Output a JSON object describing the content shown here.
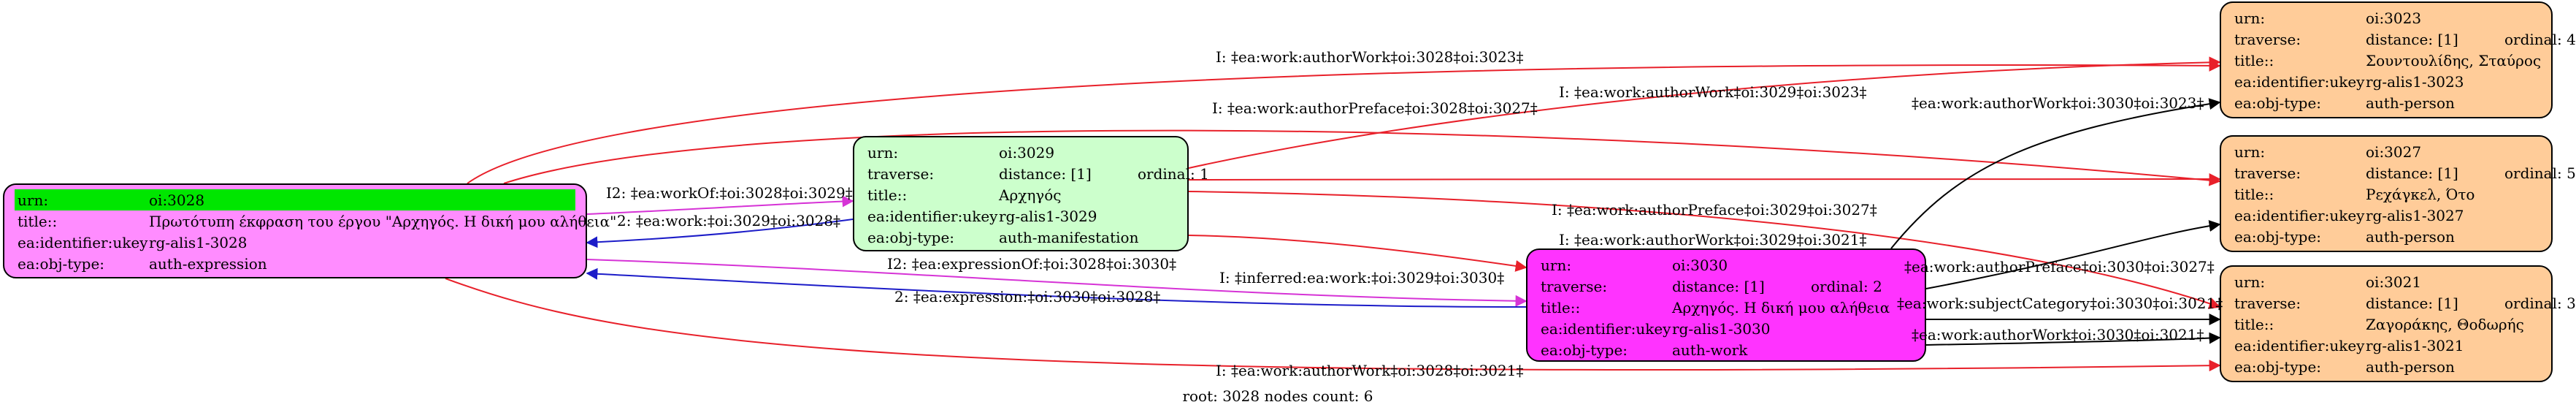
{
  "nodes": {
    "n3028": {
      "fill": "#ff8cff",
      "rows": [
        {
          "k": "urn:",
          "v": "oi:3028"
        },
        {
          "k": "title::",
          "v": "Πρωτότυπη έκφραση του έργου \"Αρχηγός. Η δική μου αλήθεια\""
        },
        {
          "k": "ea:identifier:ukey",
          "v": "rg-alis1-3028"
        },
        {
          "k": "ea:obj-type:",
          "v": "auth-expression"
        }
      ]
    },
    "n3029": {
      "fill": "#ccffcc",
      "rows": [
        {
          "k": "urn:",
          "v": "oi:3029"
        },
        {
          "k": "traverse:",
          "v": "distance: [1]",
          "v2": "ordinal: 1"
        },
        {
          "k": "title::",
          "v": "Αρχηγός"
        },
        {
          "k": "ea:identifier:ukey",
          "v": "rg-alis1-3029"
        },
        {
          "k": "ea:obj-type:",
          "v": "auth-manifestation"
        }
      ]
    },
    "n3030": {
      "fill": "#ff33ff",
      "rows": [
        {
          "k": "urn:",
          "v": "oi:3030"
        },
        {
          "k": "traverse:",
          "v": "distance: [1]",
          "v2": "ordinal: 2"
        },
        {
          "k": "title::",
          "v": "Αρχηγός. Η δική μου αλήθεια"
        },
        {
          "k": "ea:identifier:ukey",
          "v": "rg-alis1-3030"
        },
        {
          "k": "ea:obj-type:",
          "v": "auth-work"
        }
      ]
    },
    "n3023": {
      "fill": "#ffcc99",
      "rows": [
        {
          "k": "urn:",
          "v": "oi:3023"
        },
        {
          "k": "traverse:",
          "v": "distance: [1]",
          "v2": "ordinal: 4"
        },
        {
          "k": "title::",
          "v": "Σουντουλίδης, Σταύρος"
        },
        {
          "k": "ea:identifier:ukey",
          "v": "rg-alis1-3023"
        },
        {
          "k": "ea:obj-type:",
          "v": "auth-person"
        }
      ]
    },
    "n3027": {
      "fill": "#ffcc99",
      "rows": [
        {
          "k": "urn:",
          "v": "oi:3027"
        },
        {
          "k": "traverse:",
          "v": "distance: [1]",
          "v2": "ordinal: 5"
        },
        {
          "k": "title::",
          "v": "Ρεχάγκελ, Ότο"
        },
        {
          "k": "ea:identifier:ukey",
          "v": "rg-alis1-3027"
        },
        {
          "k": "ea:obj-type:",
          "v": "auth-person"
        }
      ]
    },
    "n3021": {
      "fill": "#ffcc99",
      "rows": [
        {
          "k": "urn:",
          "v": "oi:3021"
        },
        {
          "k": "traverse:",
          "v": "distance: [1]",
          "v2": "ordinal: 3"
        },
        {
          "k": "title::",
          "v": "Ζαγοράκης, Θοδωρής"
        },
        {
          "k": "ea:identifier:ukey",
          "v": "rg-alis1-3021"
        },
        {
          "k": "ea:obj-type:",
          "v": "auth-person"
        }
      ]
    }
  },
  "highlight_color": "#00e600",
  "edge_colors": {
    "red": "#e8202a",
    "magenta": "#d633d6",
    "blue": "#1c1cc8",
    "black": "#000000"
  },
  "edges": [
    {
      "id": "e1",
      "label": "I: ‡ea:work:authorWork‡oi:3028‡oi:3023‡",
      "color": "red"
    },
    {
      "id": "e2",
      "label": "I: ‡ea:work:authorPreface‡oi:3028‡oi:3027‡",
      "color": "red"
    },
    {
      "id": "e3",
      "label": "I2: ‡ea:workOf:‡oi:3028‡oi:3029‡",
      "color": "magenta"
    },
    {
      "id": "e4",
      "label": "2: ‡ea:work:‡oi:3029‡oi:3028‡",
      "color": "blue"
    },
    {
      "id": "e5",
      "label": "I2: ‡ea:expressionOf:‡oi:3028‡oi:3030‡",
      "color": "magenta"
    },
    {
      "id": "e6",
      "label": "2: ‡ea:expression:‡oi:3030‡oi:3028‡",
      "color": "blue"
    },
    {
      "id": "e7",
      "label": "I: ‡ea:work:authorWork‡oi:3028‡oi:3021‡",
      "color": "red"
    },
    {
      "id": "e8",
      "label": "I: ‡ea:work:authorWork‡oi:3029‡oi:3023‡",
      "color": "red"
    },
    {
      "id": "e9",
      "label": "I: ‡ea:work:authorPreface‡oi:3029‡oi:3027‡",
      "color": "red"
    },
    {
      "id": "e10",
      "label": "I: ‡ea:work:authorWork‡oi:3029‡oi:3021‡",
      "color": "red"
    },
    {
      "id": "e11",
      "label": "I: ‡inferred:ea:work:‡oi:3029‡oi:3030‡",
      "color": "red"
    },
    {
      "id": "e12",
      "label": "‡ea:work:authorWork‡oi:3030‡oi:3023‡",
      "color": "black"
    },
    {
      "id": "e13",
      "label": "‡ea:work:authorPreface‡oi:3030‡oi:3027‡",
      "color": "black"
    },
    {
      "id": "e14",
      "label": "‡ea:work:subjectCategory‡oi:3030‡oi:3021‡",
      "color": "black"
    },
    {
      "id": "e15",
      "label": "‡ea:work:authorWork‡oi:3030‡oi:3021‡",
      "color": "black"
    }
  ],
  "footer": "root: 3028 nodes count: 6"
}
